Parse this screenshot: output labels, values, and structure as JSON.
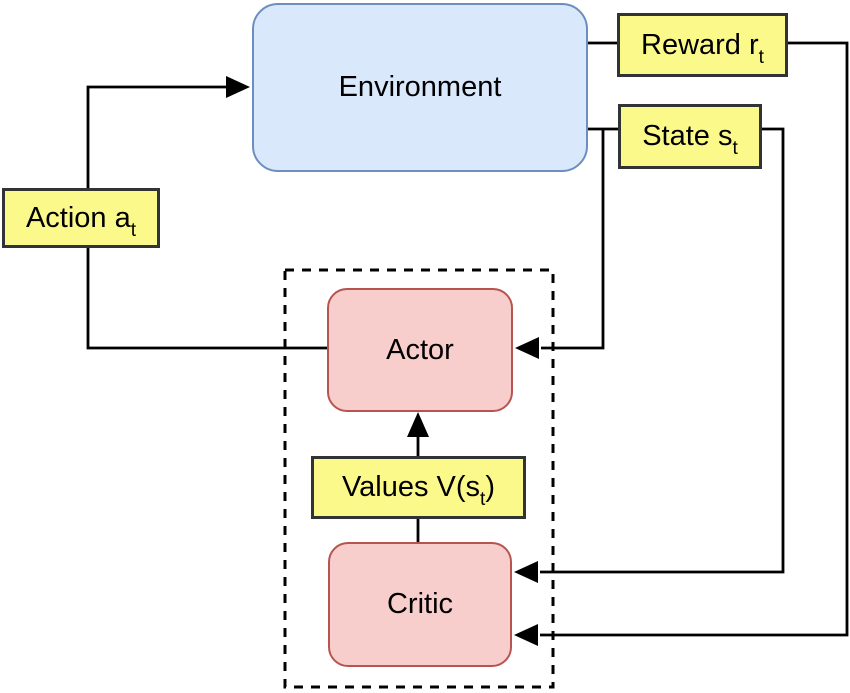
{
  "diagram": {
    "type": "actor-critic-reinforcement-learning-architecture",
    "nodes": {
      "environment": {
        "label": "Environment",
        "fill": "#dae8fc",
        "border": "#6c8ebf"
      },
      "actor": {
        "label": "Actor",
        "fill": "#f8cecc",
        "border": "#b85450"
      },
      "critic": {
        "label": "Critic",
        "fill": "#f8cecc",
        "border": "#b85450"
      }
    },
    "labels": {
      "reward": {
        "pre": "Reward r",
        "sub": "t",
        "post": ""
      },
      "state": {
        "pre": "State s",
        "sub": "t",
        "post": ""
      },
      "action": {
        "pre": "Action a",
        "sub": "t",
        "post": ""
      },
      "values": {
        "pre": "Values V(s",
        "sub": "t",
        "post": ")"
      }
    },
    "edges": [
      {
        "from": "actor",
        "to": "environment",
        "via_label": "action"
      },
      {
        "from": "environment",
        "to": "critic",
        "via_label": "reward"
      },
      {
        "from": "environment",
        "to": "actor",
        "via_label": "state"
      },
      {
        "from": "environment",
        "to": "critic",
        "via_label": "state"
      },
      {
        "from": "critic",
        "to": "actor",
        "via_label": "values"
      }
    ],
    "colors": {
      "label_fill": "#fbf989",
      "label_border": "#313335",
      "line": "#000000",
      "dashed_container_border": "#000000"
    }
  }
}
